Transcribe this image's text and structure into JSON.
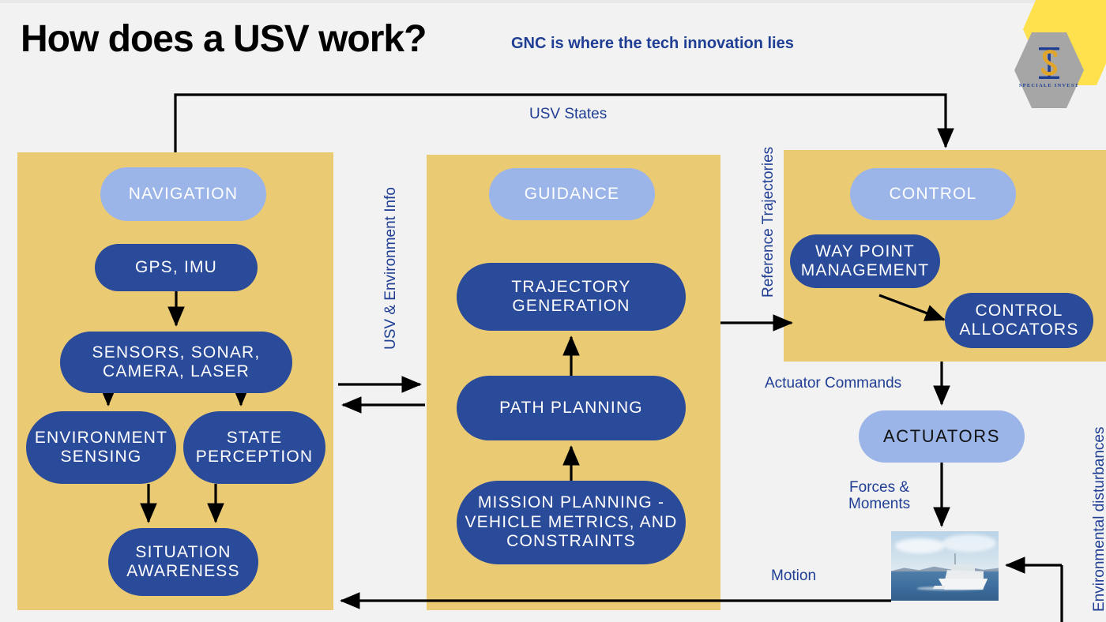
{
  "header": {
    "title": "How does a USV work?",
    "subtitle": "GNC is where the tech innovation lies"
  },
  "logo": {
    "name": "SPECIALE INVEST",
    "monogram": "IS"
  },
  "columns": {
    "navigation": {
      "header": "NAVIGATION",
      "items": [
        "GPS, IMU",
        "SENSORS, SONAR, CAMERA, LASER",
        "ENVIRONMENT SENSING",
        "STATE PERCEPTION",
        "SITUATION AWARENESS"
      ]
    },
    "guidance": {
      "header": "GUIDANCE",
      "items": [
        "TRAJECTORY GENERATION",
        "PATH PLANNING",
        "MISSION PLANNING - VEHICLE METRICS, AND CONSTRAINTS"
      ]
    },
    "control": {
      "header": "CONTROL",
      "items": [
        "WAY POINT MANAGEMENT",
        "CONTROL ALLOCATORS"
      ]
    }
  },
  "plant": {
    "actuators": "ACTUATORS",
    "vessel_alt": "USV motor yacht at sea"
  },
  "signals": {
    "usv_states": "USV States",
    "usv_environment_info": "USV & Environment Info",
    "reference_trajectories": "Reference Trajectories",
    "actuator_commands": "Actuator Commands",
    "forces_moments": "Forces &\nMoments",
    "motion": "Motion",
    "environmental_disturbances": "Environmental disturbances"
  },
  "colors": {
    "panel_gold": "#ebca74",
    "pill_dark_blue": "#2a4a9a",
    "pill_light_blue": "#9bb5e8",
    "label_blue": "#1f3e94",
    "canvas": "#f2f2f2",
    "logo_yellow": "#ffe14d",
    "logo_gray": "#a6a6a6",
    "wire_black": "#000000"
  }
}
